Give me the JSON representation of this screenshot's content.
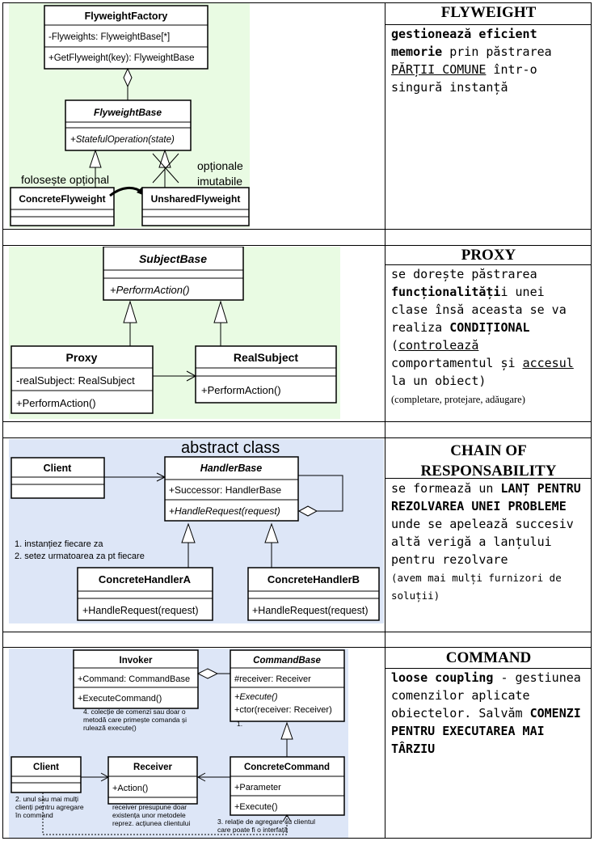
{
  "flyweight": {
    "title": "FLYWEIGHT",
    "desc_bold": "gestionează eficient memorie",
    "desc_1": " prin păstrarea ",
    "desc_u": "PĂRȚII COMUNE",
    "desc_2": " într-o singură instanță",
    "diagram": {
      "factory": "FlyweightFactory",
      "factory_attr": "-Flyweights: FlyweightBase[*]",
      "factory_op": "+GetFlyweight(key): FlyweightBase",
      "base": "FlyweightBase",
      "base_op": "+StatefulOperation(state)",
      "note_left": "folosește opțional",
      "note_right_1": "opționale",
      "note_right_2": "imutabile",
      "concrete": "ConcreteFlyweight",
      "unshared": "UnsharedFlyweight"
    }
  },
  "proxy": {
    "title": "PROXY",
    "d1": "se dorește păstrarea ",
    "d_bold1": "funcționalități",
    "d2": "i unei clase însă aceasta se va realiza ",
    "d_bold2": "CONDIȚIONAL",
    "d3": " (",
    "d_u1": "controlează",
    "d4": " comportamentul și ",
    "d_u2": "accesul",
    "d5": " la un obiect)",
    "d_small": "(completare, protejare, adăugare)",
    "diagram": {
      "subject": "SubjectBase",
      "subject_op": "+PerformAction()",
      "proxy": "Proxy",
      "proxy_attr": "-realSubject: RealSubject",
      "proxy_op": "+PerformAction()",
      "real": "RealSubject",
      "real_op": "+PerformAction()"
    }
  },
  "chain": {
    "title_1": "CHAIN OF",
    "title_2": "RESPONSABILITY",
    "d1": "se formează un ",
    "d_bold": "LANȚ PENTRU REZOLVAREA UNEI PROBLEME",
    "d2": " unde se apelează succesiv altă verigă a lanțului pentru rezolvare",
    "d_small": "(avem mai mulți furnizori de soluții)",
    "diagram": {
      "abstract": "abstract class",
      "client": "Client",
      "handler": "HandlerBase",
      "handler_attr": "+Successor: HandlerBase",
      "handler_op": "+HandleRequest(request)",
      "note1": "1. instanțiez fiecare za",
      "note2": "2. setez urmatoarea za pt fiecare",
      "ha": "ConcreteHandlerA",
      "ha_op": "+HandleRequest(request)",
      "hb": "ConcreteHandlerB",
      "hb_op": "+HandleRequest(request)"
    }
  },
  "command": {
    "title": "COMMAND",
    "d_bold1": "loose coupling",
    "d1": " - gestiunea comenzilor aplicate obiectelor. Salvăm ",
    "d_bold2": "COMENZI PENTRU EXECUTAREA MAI TÂRZIU",
    "diagram": {
      "invoker": "Invoker",
      "invoker_attr": "+Command: CommandBase",
      "invoker_op": "+ExecuteCommand()",
      "cmdbase": "CommandBase",
      "cmdbase_attr": "#receiver: Receiver",
      "cmdbase_op1": "+Execute()",
      "cmdbase_op2": "+ctor(receiver: Receiver)",
      "note4_1": "4. colecție de comenzi sau doar o",
      "note4_2": "metodă care primește comanda și",
      "note4_3": "rulează execute()",
      "note1": "1.",
      "client": "Client",
      "receiver": "Receiver",
      "receiver_op": "+Action()",
      "concrete": "ConcreteCommand",
      "concrete_attr": "+Parameter",
      "concrete_op": "+Execute()",
      "note2_1": "2. unul sau mai mulți",
      "note2_2": "clienți pentru agregare",
      "note2_3": "în command",
      "noter_1": "receiver presupune doar",
      "noter_2": "existența unor metodele",
      "noter_3": "reprez. acțiunea clientului",
      "note3_1": "3.  relație de agregare cu clientul",
      "note3_2": "care poate fi o interfață"
    }
  }
}
